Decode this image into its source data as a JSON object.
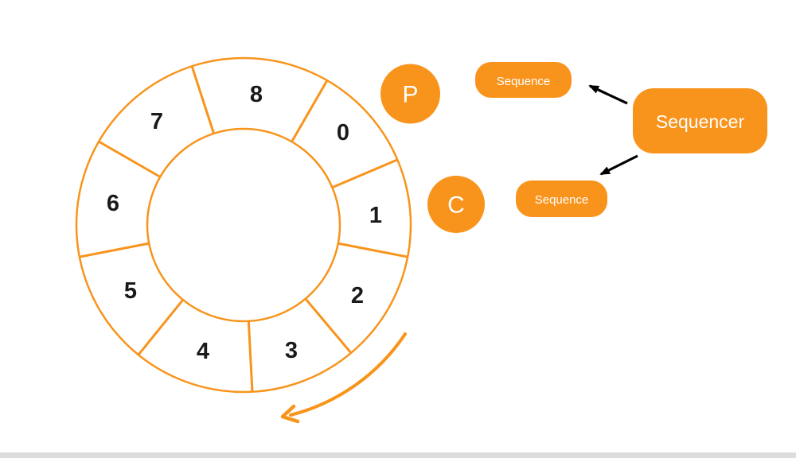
{
  "theme": {
    "background": "#ffffff",
    "accent_orange": "#F8941C",
    "slot_number_color": "#1a1a1a",
    "node_text_color": "#ffffff",
    "arrow_black": "#000000",
    "bottom_bar_color": "#dcdcdc"
  },
  "ring": {
    "slots": [
      {
        "label": "0"
      },
      {
        "label": "1"
      },
      {
        "label": "2"
      },
      {
        "label": "3"
      },
      {
        "label": "4"
      },
      {
        "label": "5"
      },
      {
        "label": "6"
      },
      {
        "label": "7"
      },
      {
        "label": "8"
      }
    ],
    "rotation_direction": "clockwise"
  },
  "nodes": {
    "producer": {
      "label": "P"
    },
    "consumer": {
      "label": "C"
    },
    "producer_sequence": {
      "label": "Sequence"
    },
    "consumer_sequence": {
      "label": "Sequence"
    },
    "sequencer": {
      "label": "Sequencer"
    }
  }
}
